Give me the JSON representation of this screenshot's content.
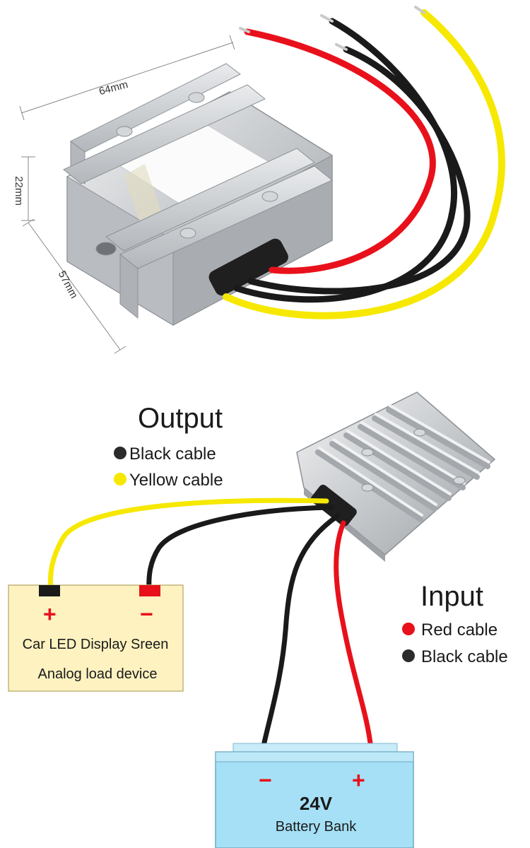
{
  "dimensions": {
    "length": "64mm",
    "height": "22mm",
    "width": "57mm"
  },
  "output": {
    "heading": "Output",
    "legend": [
      {
        "label": "Black cable",
        "color": "#2b2b2b"
      },
      {
        "label": "Yellow cable",
        "color": "#f6e800"
      }
    ]
  },
  "input": {
    "heading": "Input",
    "legend": [
      {
        "label": "Red cable",
        "color": "#e8111b"
      },
      {
        "label": "Black cable",
        "color": "#2b2b2b"
      }
    ]
  },
  "load_device": {
    "plus": "+",
    "minus": "−",
    "line1": "Car LED Display Sreen",
    "line2": "Analog load device",
    "fill": "#fdf2c0"
  },
  "battery": {
    "minus": "−",
    "plus": "+",
    "voltage": "24V",
    "label": "Battery Bank",
    "fill": "#a6e0f6"
  },
  "colors": {
    "red_wire": "#e8111b",
    "black_wire": "#1a1a1a",
    "yellow_wire": "#f6e800",
    "sign_red": "#e8111b"
  }
}
